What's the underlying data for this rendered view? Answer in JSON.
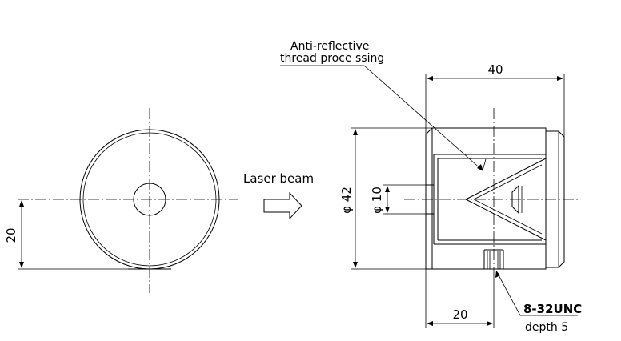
{
  "labels": {
    "annotation_line1": "Anti-reflective",
    "annotation_line2": "thread proce ssing",
    "dim_overall_length": "40",
    "dim_front_height": "20",
    "dim_outer_diameter": "φ 42",
    "dim_bore_diameter": "φ 10",
    "dim_thread_offset": "20",
    "laser_beam": "Laser beam",
    "thread_spec": "8-32UNC",
    "thread_depth": "depth 5"
  }
}
